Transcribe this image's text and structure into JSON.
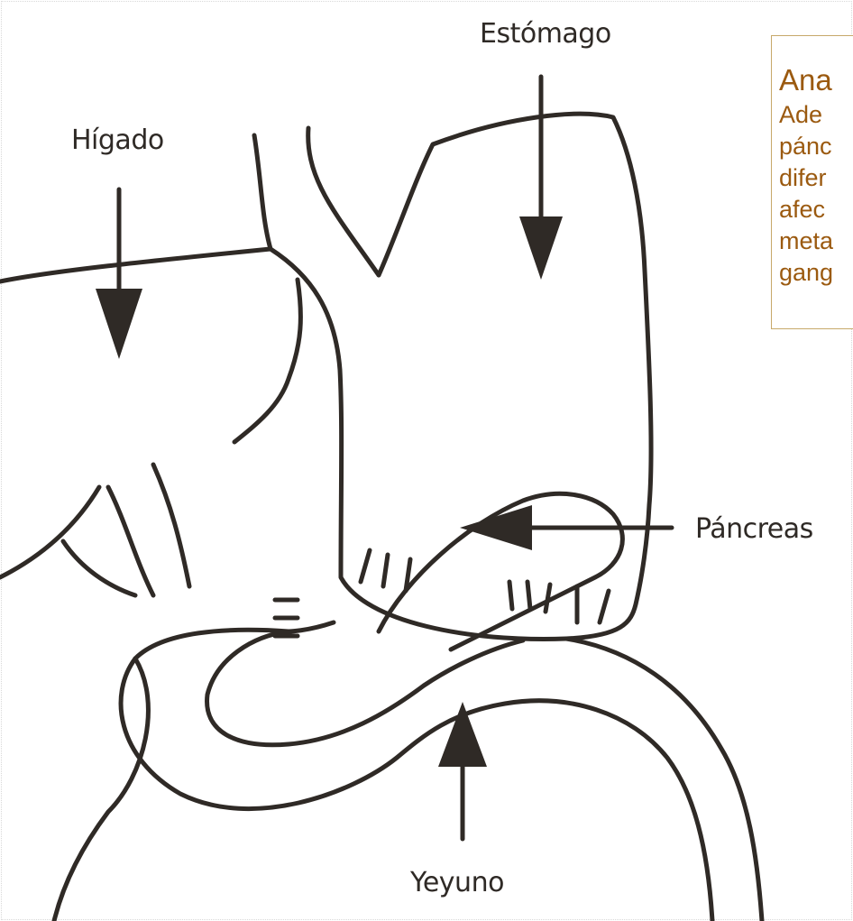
{
  "labels": {
    "estomago": "Estómago",
    "higado": "Hígado",
    "pancreas": "Páncreas",
    "yeyuno": "Yeyuno"
  },
  "callout": {
    "title": "Ana",
    "lines": [
      "Ade",
      "pánc",
      "difer",
      "afec",
      "meta",
      "gang"
    ]
  },
  "colors": {
    "ink": "#2f2a26",
    "callout_text": "#9b5a10",
    "callout_border": "#c7a96a"
  }
}
